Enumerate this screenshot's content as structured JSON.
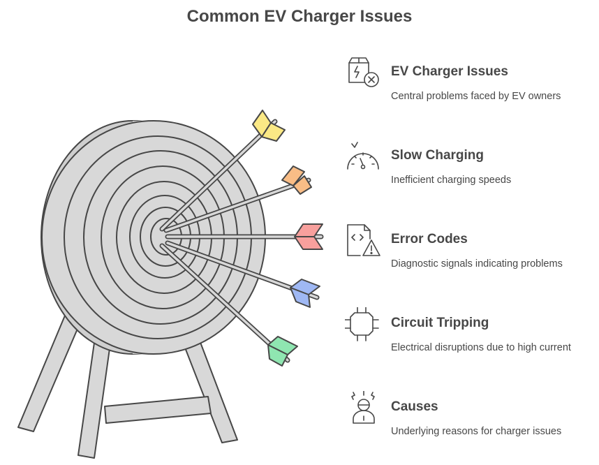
{
  "title": "Common EV Charger Issues",
  "colors": {
    "stroke": "#474747",
    "ring": "#d8d8d8",
    "yellow": "#fbe985",
    "orange": "#f9bd86",
    "red": "#f8a09d",
    "blue": "#9fb8f4",
    "green": "#8fe6b1"
  },
  "items": [
    {
      "icon": "ev-charger-error-icon",
      "heading": "EV Charger Issues",
      "desc": "Central problems faced by EV owners"
    },
    {
      "icon": "speedometer-icon",
      "heading": "Slow Charging",
      "desc": "Inefficient charging speeds"
    },
    {
      "icon": "code-warning-icon",
      "heading": "Error Codes",
      "desc": "Diagnostic signals indicating problems"
    },
    {
      "icon": "circuit-chip-icon",
      "heading": "Circuit Tripping",
      "desc": "Electrical disruptions due to high current"
    },
    {
      "icon": "stressed-person-icon",
      "heading": "Causes",
      "desc": "Underlying reasons for charger issues"
    }
  ]
}
